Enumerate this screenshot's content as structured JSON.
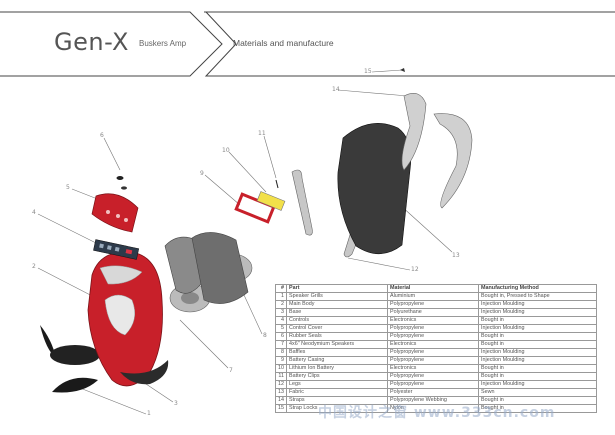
{
  "header": {
    "title": "Gen-X",
    "subtitle": "Buskers Amp",
    "section": "Materials and manufacture"
  },
  "callouts": [
    "1",
    "2",
    "3",
    "4",
    "5",
    "6",
    "7",
    "8",
    "9",
    "10",
    "11",
    "12",
    "13",
    "14",
    "15"
  ],
  "table": {
    "headers": {
      "num": "#",
      "part": "Part",
      "material": "Material",
      "method": "Manufacturing Method"
    },
    "rows": [
      {
        "num": "1",
        "part": "Speaker Grills",
        "material": "Aluminium",
        "method": "Bought in, Pressed to Shape"
      },
      {
        "num": "2",
        "part": "Main Body",
        "material": "Polypropylene",
        "method": "Injection Moulding"
      },
      {
        "num": "3",
        "part": "Base",
        "material": "Polyurethane",
        "method": "Injection Moulding"
      },
      {
        "num": "4",
        "part": "Controls",
        "material": "Electronics",
        "method": "Bought in"
      },
      {
        "num": "5",
        "part": "Control Cover",
        "material": "Polypropylene",
        "method": "Injection Moulding"
      },
      {
        "num": "6",
        "part": "Rubber Seals",
        "material": "Polypropylene",
        "method": "Bought in"
      },
      {
        "num": "7",
        "part": "4x6\" Neodymium Speakers",
        "material": "Electronics",
        "method": "Bought in"
      },
      {
        "num": "8",
        "part": "Baffles",
        "material": "Polypropylene",
        "method": "Injection Moulding"
      },
      {
        "num": "9",
        "part": "Battery Casing",
        "material": "Polypropylene",
        "method": "Injection Moulding"
      },
      {
        "num": "10",
        "part": "Lithium Ion Battery",
        "material": "Electronics",
        "method": "Bought in"
      },
      {
        "num": "11",
        "part": "Battery Clips",
        "material": "Polypropylene",
        "method": "Bought in"
      },
      {
        "num": "12",
        "part": "Legs",
        "material": "Polypropylene",
        "method": "Injection Moulding"
      },
      {
        "num": "13",
        "part": "Fabric",
        "material": "Polyester",
        "method": "Sewn"
      },
      {
        "num": "14",
        "part": "Straps",
        "material": "Polypropylene Webbing",
        "method": "Bought in"
      },
      {
        "num": "15",
        "part": "Strap Locks",
        "material": "Nylon",
        "method": "Bought in"
      }
    ]
  },
  "watermark": "中国设计之窗 www.333cn.com",
  "colors": {
    "accent_red": "#c8202a",
    "yellow": "#f2e04a",
    "dark_gray": "#3a3a3a",
    "line": "#555555"
  }
}
